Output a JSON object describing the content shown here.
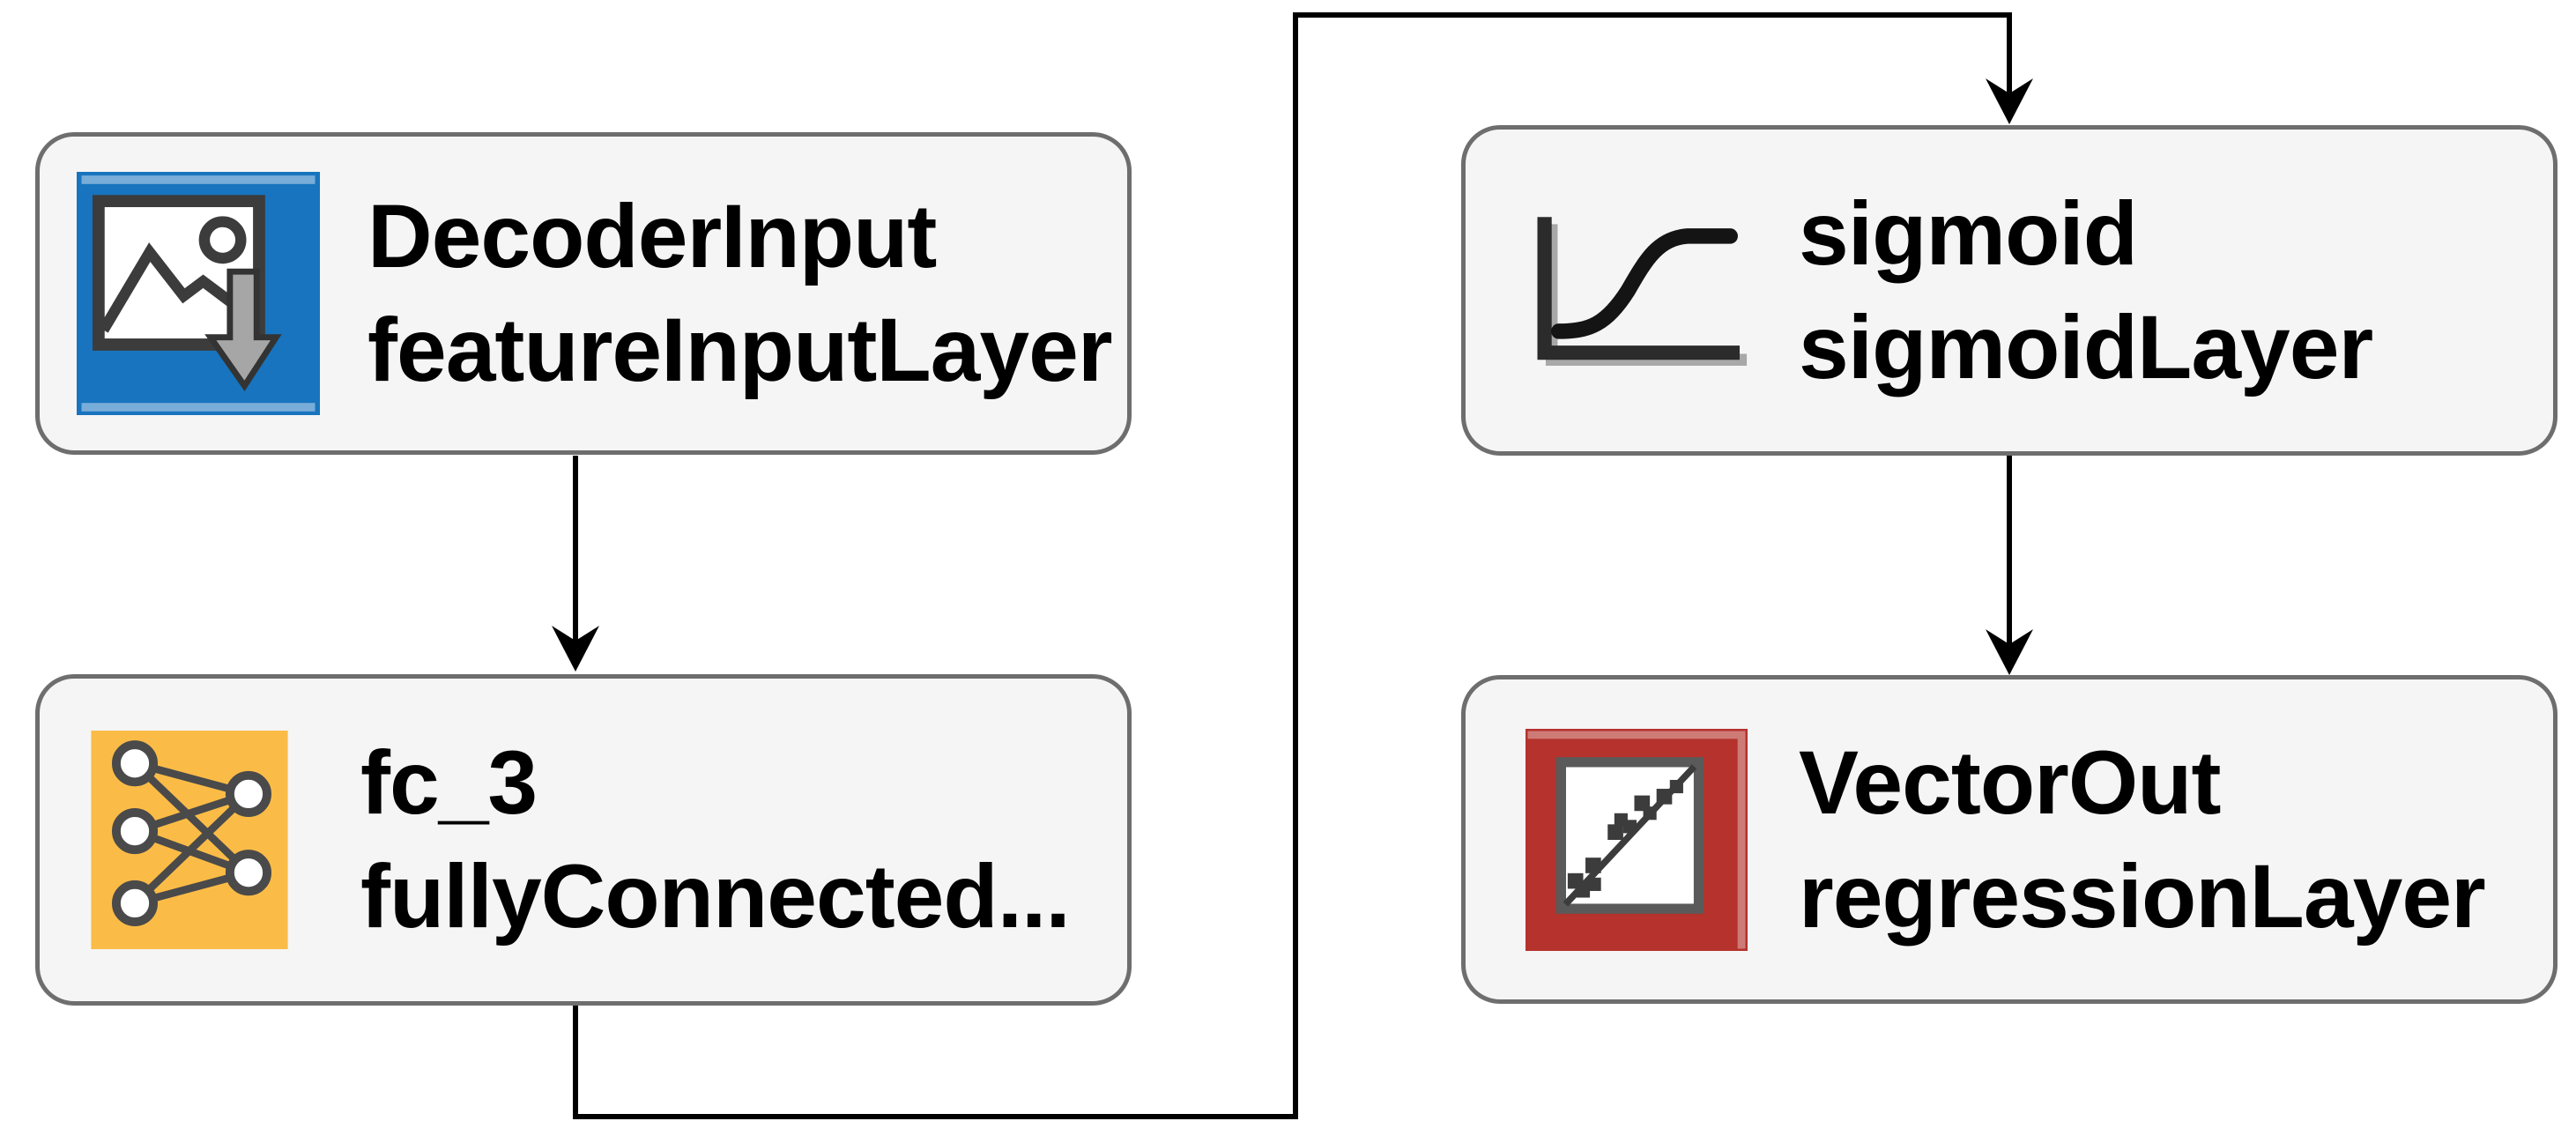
{
  "diagram": {
    "title": "neural network layer graph",
    "colors": {
      "canvas_background": "#FFFFFF",
      "node_fill": "#F5F5F5",
      "node_border": "#6E6E6E",
      "connector": "#000000",
      "text": "#000000",
      "feature_input_icon_blue": "#1874BE",
      "fully_connected_icon_orange": "#FBBC47",
      "regression_icon_red": "#B5322D",
      "icon_stroke_dark": "#3C3C3C"
    },
    "nodes": [
      {
        "id": "DecoderInput",
        "name": "DecoderInput",
        "layer_type": "featureInputLayer",
        "icon": "feature-input-icon",
        "icon_color": "#1874BE"
      },
      {
        "id": "fc_3",
        "name": "fc_3",
        "layer_type": "fullyConnected...",
        "icon": "fully-connected-icon",
        "icon_color": "#FBBC47"
      },
      {
        "id": "sigmoid",
        "name": "sigmoid",
        "layer_type": "sigmoidLayer",
        "icon": "sigmoid-curve-icon",
        "icon_color": "#F5F5F5"
      },
      {
        "id": "VectorOut",
        "name": "VectorOut",
        "layer_type": "regressionLayer",
        "icon": "regression-icon",
        "icon_color": "#B5322D"
      }
    ],
    "edges": [
      {
        "from": "DecoderInput",
        "to": "fc_3"
      },
      {
        "from": "fc_3",
        "to": "sigmoid"
      },
      {
        "from": "sigmoid",
        "to": "VectorOut"
      }
    ]
  }
}
